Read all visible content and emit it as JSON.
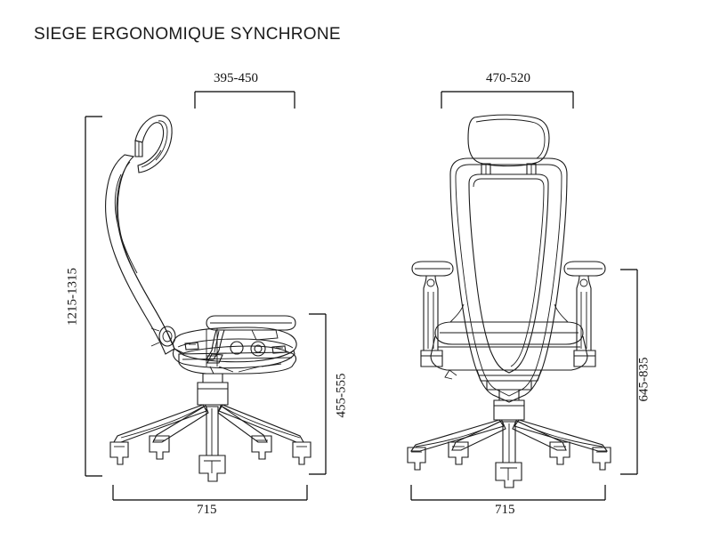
{
  "document": {
    "title": "SIEGE ERGONOMIQUE SYNCHRONE",
    "sheet_width": 800,
    "sheet_height": 616,
    "background_color": "#ffffff",
    "line_color": "#000000",
    "units": "mm"
  },
  "views": [
    {
      "name": "side-view",
      "label": "Side view of ergonomic synchrone office chair",
      "parts": [
        "headrest",
        "backrest",
        "armrest",
        "seat",
        "synchro-mechanism",
        "gas-lift",
        "five-star-base",
        "casters"
      ]
    },
    {
      "name": "front-view",
      "label": "Front view of ergonomic synchrone office chair",
      "parts": [
        "headrest",
        "backrest-frame",
        "mesh-panel",
        "armrests",
        "seat",
        "gas-lift",
        "five-star-base",
        "casters"
      ]
    }
  ],
  "dimensions": {
    "side_top": {
      "value": "395-450",
      "name": "seat-depth-dimension"
    },
    "front_top": {
      "value": "470-520",
      "name": "backrest-width-dimension"
    },
    "side_left": {
      "value": "1215-1315",
      "name": "overall-height-dimension"
    },
    "side_right": {
      "value": "455-555",
      "name": "seat-height-dimension"
    },
    "front_right": {
      "value": "645-835",
      "name": "backrest-height-dimension"
    },
    "side_bottom": {
      "value": "715",
      "name": "base-diameter-dimension-side"
    },
    "front_bottom": {
      "value": "715",
      "name": "base-diameter-dimension-front"
    }
  }
}
